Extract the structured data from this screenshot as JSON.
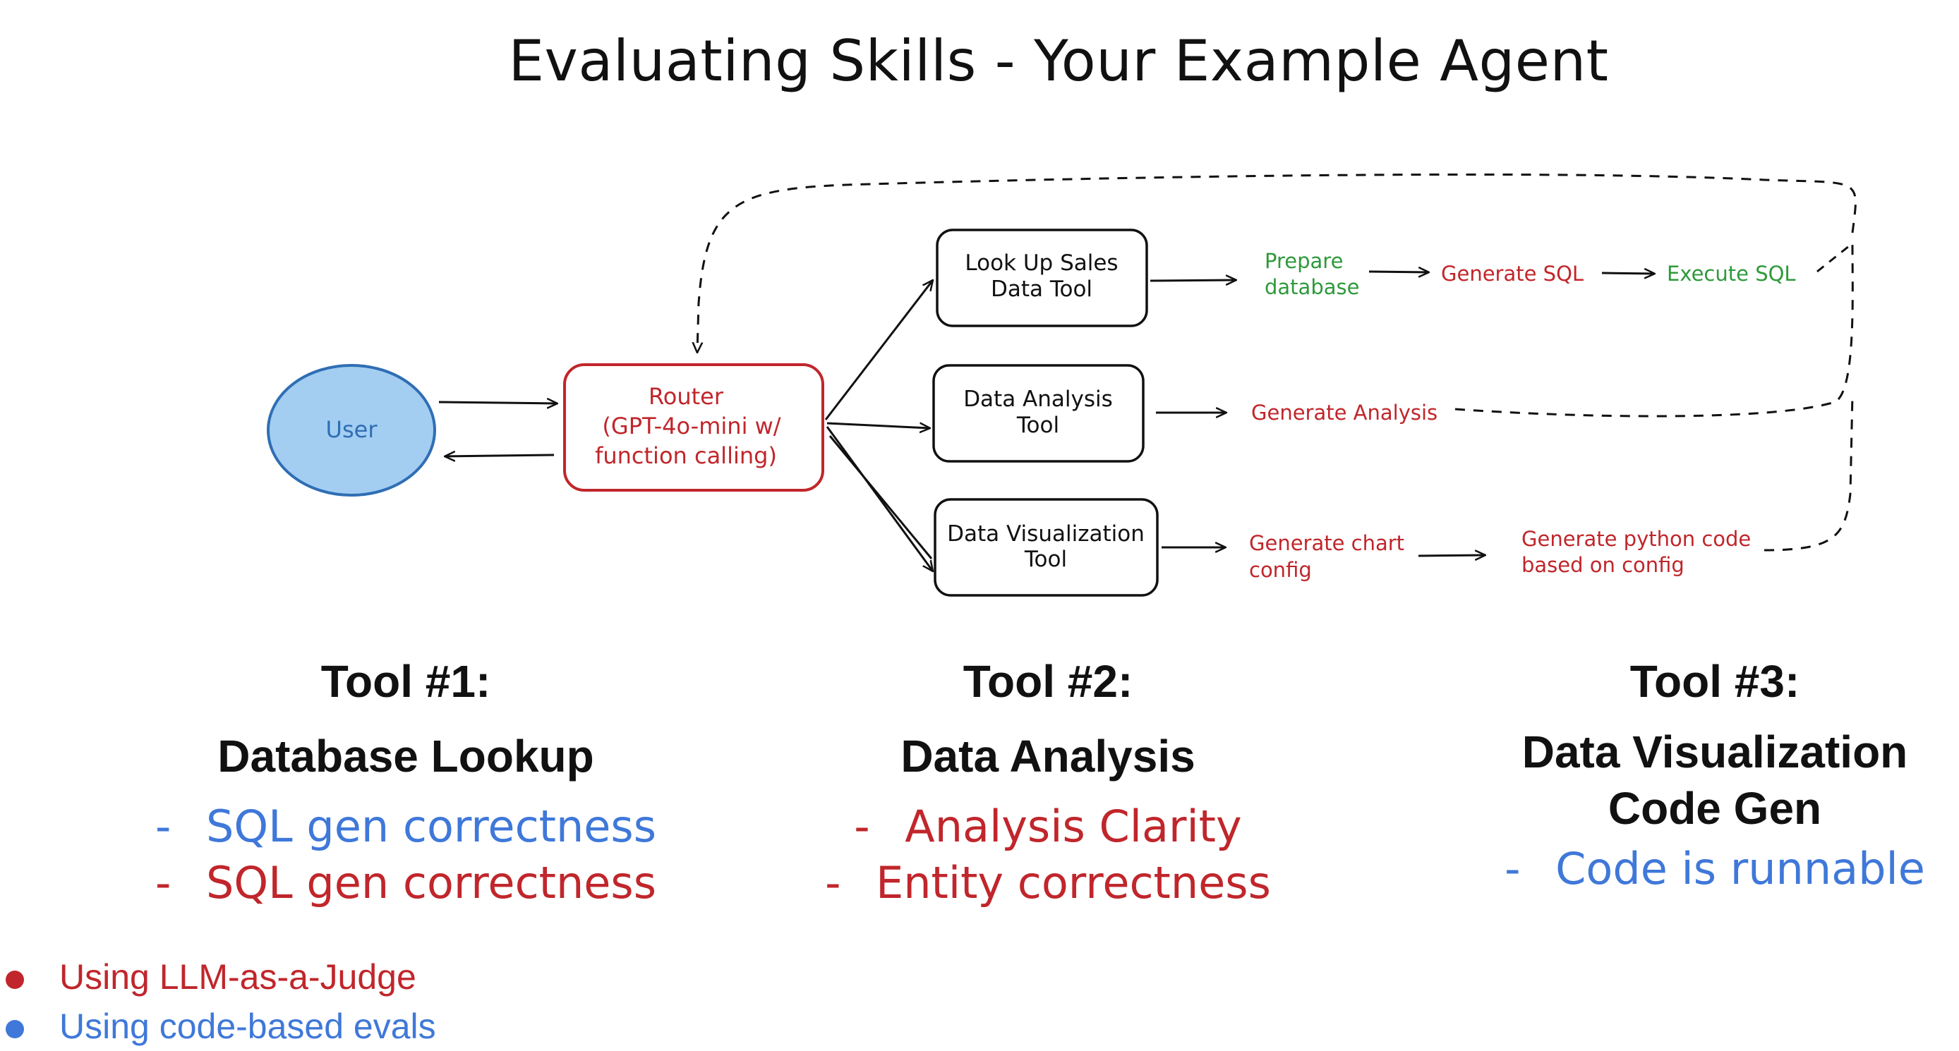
{
  "title": "Evaluating Skills - Your Example Agent",
  "colors": {
    "red": "#c0262b",
    "blue": "#3f78d9",
    "green": "#2e9a3b",
    "user_fill": "#a3cef2",
    "user_stroke": "#2f6eb4"
  },
  "diagram": {
    "user": "User",
    "router": {
      "line1": "Router",
      "line2": "(GPT-4o-mini w/",
      "line3": "function calling)"
    },
    "tool_lookup": {
      "line1": "Look Up Sales",
      "line2": "Data Tool"
    },
    "tool_analysis": {
      "line1": "Data Analysis",
      "line2": "Tool"
    },
    "tool_viz": {
      "line1": "Data Visualization",
      "line2": "Tool"
    },
    "step_prepare": {
      "line1": "Prepare",
      "line2": "database"
    },
    "step_generate_sql": "Generate SQL",
    "step_execute_sql": "Execute SQL",
    "step_generate_analysis": "Generate Analysis",
    "step_chart_config": {
      "line1": "Generate chart",
      "line2": "config"
    },
    "step_python_code": {
      "line1": "Generate python code",
      "line2": "based on config"
    }
  },
  "tools": [
    {
      "heading": "Tool #1:",
      "name": "Database Lookup",
      "name2": "",
      "items": [
        {
          "text": "SQL gen correctness",
          "type": "code"
        },
        {
          "text": "SQL gen correctness",
          "type": "llm"
        }
      ]
    },
    {
      "heading": "Tool #2:",
      "name": "Data Analysis",
      "name2": "",
      "items": [
        {
          "text": "Analysis Clarity",
          "type": "llm"
        },
        {
          "text": "Entity correctness",
          "type": "llm"
        }
      ]
    },
    {
      "heading": "Tool #3:",
      "name": "Data Visualization",
      "name2": "Code Gen",
      "items": [
        {
          "text": "Code is runnable",
          "type": "code"
        }
      ]
    }
  ],
  "dash": "-",
  "legend": [
    {
      "text": "Using LLM-as-a-Judge",
      "type": "llm"
    },
    {
      "text": "Using code-based evals",
      "type": "code"
    }
  ]
}
